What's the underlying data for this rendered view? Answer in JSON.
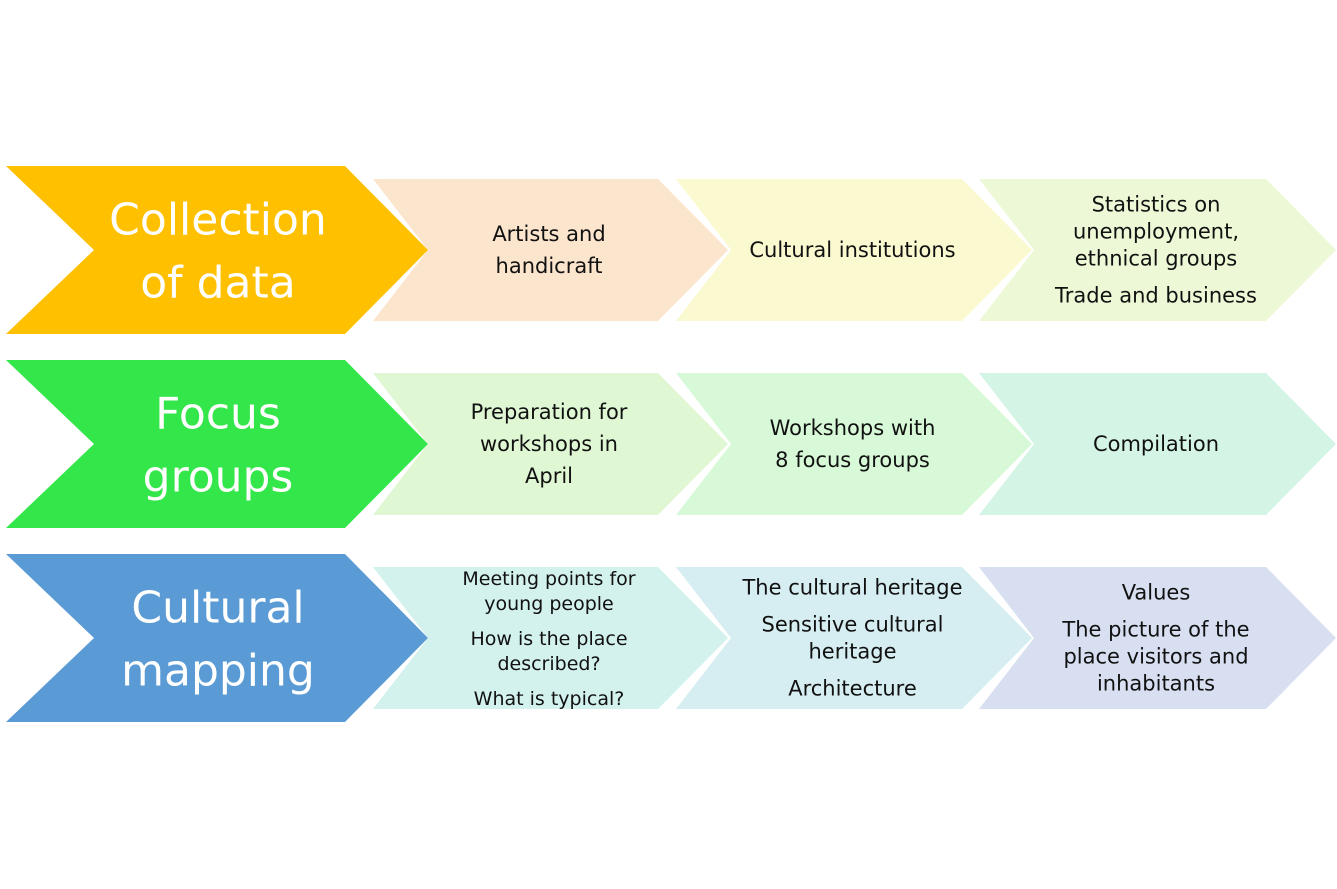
{
  "rows": [
    {
      "id": "collection-of-data",
      "title_lines": [
        "Collection",
        "of data"
      ],
      "color": "#FFC000",
      "steps": [
        {
          "paragraphs": [
            [
              "Artists and",
              "handicraft"
            ]
          ],
          "color": "#FCE5CD"
        },
        {
          "paragraphs": [
            [
              "Cultural institutions"
            ]
          ],
          "color": "#FAF9D0"
        },
        {
          "paragraphs": [
            [
              "Statistics on",
              "unemployment,",
              "ethnical groups"
            ],
            [
              "Trade and business"
            ]
          ],
          "color": "#EDF8D6"
        }
      ]
    },
    {
      "id": "focus-groups",
      "title_lines": [
        "Focus",
        "groups"
      ],
      "color": "#33E649",
      "steps": [
        {
          "paragraphs": [
            [
              "Preparation for",
              "workshops in",
              "April"
            ]
          ],
          "color": "#DFF7D3"
        },
        {
          "paragraphs": [
            [
              "Workshops with",
              "8 focus groups"
            ]
          ],
          "color": "#D7F9D8"
        },
        {
          "paragraphs": [
            [
              "Compilation"
            ]
          ],
          "color": "#D4F5E5"
        }
      ]
    },
    {
      "id": "cultural-mapping",
      "title_lines": [
        "Cultural",
        "mapping"
      ],
      "color": "#5B9BD5",
      "steps": [
        {
          "paragraphs": [
            [
              "Meeting points for",
              "young people"
            ],
            [
              "How is the place",
              "described?"
            ],
            [
              "What is typical?"
            ]
          ],
          "color": "#D3F1ED"
        },
        {
          "paragraphs": [
            [
              "The cultural heritage"
            ],
            [
              "Sensitive cultural",
              "heritage"
            ],
            [
              "Architecture"
            ]
          ],
          "color": "#D6EDF1"
        },
        {
          "paragraphs": [
            [
              "Values"
            ],
            [
              "The picture of the",
              "place visitors and",
              "inhabitants"
            ]
          ],
          "color": "#D7DFF0"
        }
      ]
    }
  ]
}
